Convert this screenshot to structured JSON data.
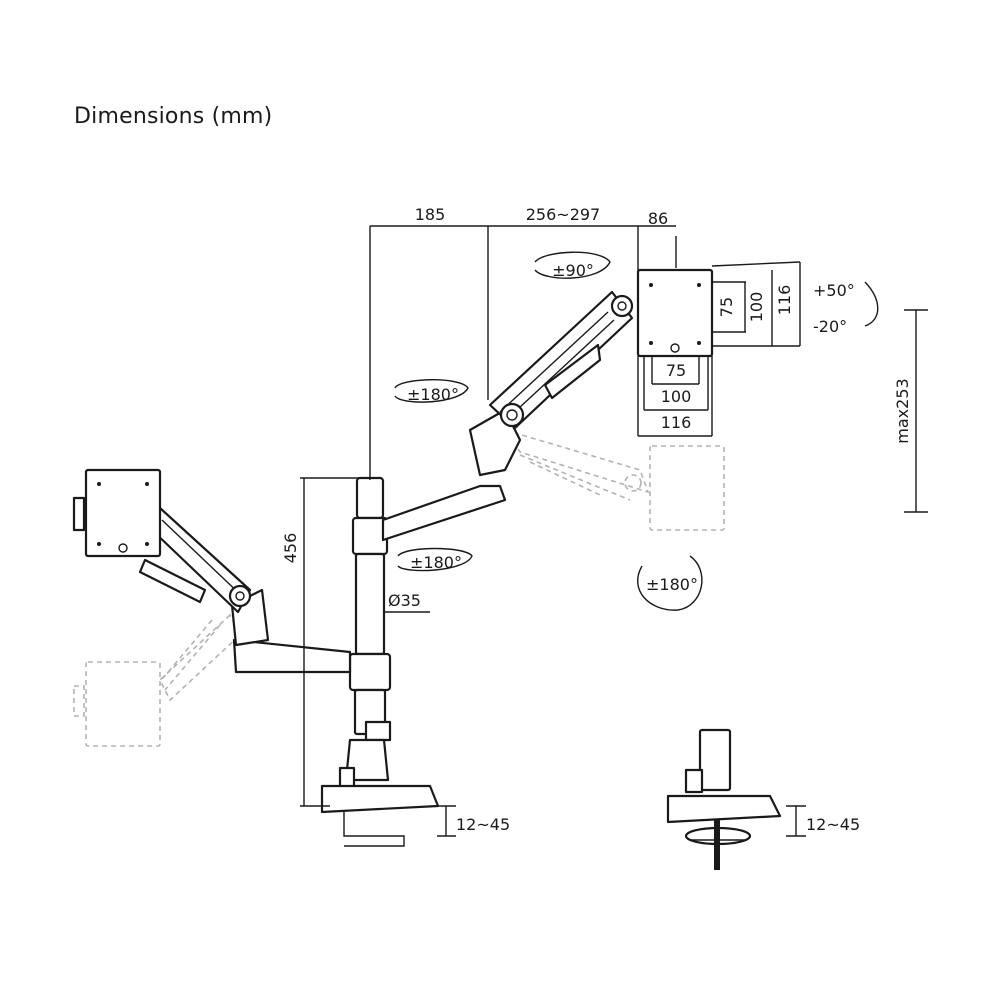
{
  "title": "Dimensions (mm)",
  "dimensions": {
    "arm_reach_inner": "185",
    "arm_reach_outer": "256~297",
    "plate_depth": "86",
    "vesa_small_vertical": "75",
    "vesa_medium_vertical": "100",
    "vesa_large_vertical": "116",
    "vesa_small_horizontal": "75",
    "vesa_medium_horizontal": "100",
    "vesa_large_horizontal": "116",
    "pole_height": "456",
    "pole_diameter": "Ø35",
    "height_adjust": "max253",
    "clamp_range_a": "12~45",
    "clamp_range_b": "12~45"
  },
  "rotations": {
    "swivel_head": "±90°",
    "arm_swivel_upper": "±180°",
    "arm_swivel_lower": "±180°",
    "screen_rotation": "±180°",
    "tilt_up": "+50°",
    "tilt_down": "-20°"
  }
}
